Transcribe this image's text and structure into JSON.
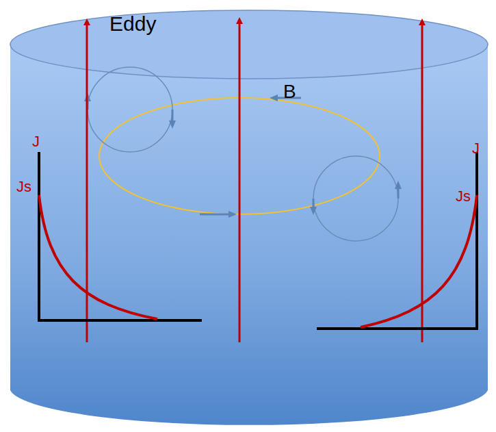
{
  "diagram": {
    "labels": [
      "Eddy",
      "B",
      "J",
      "Js",
      "J",
      "Js"
    ]
  }
}
